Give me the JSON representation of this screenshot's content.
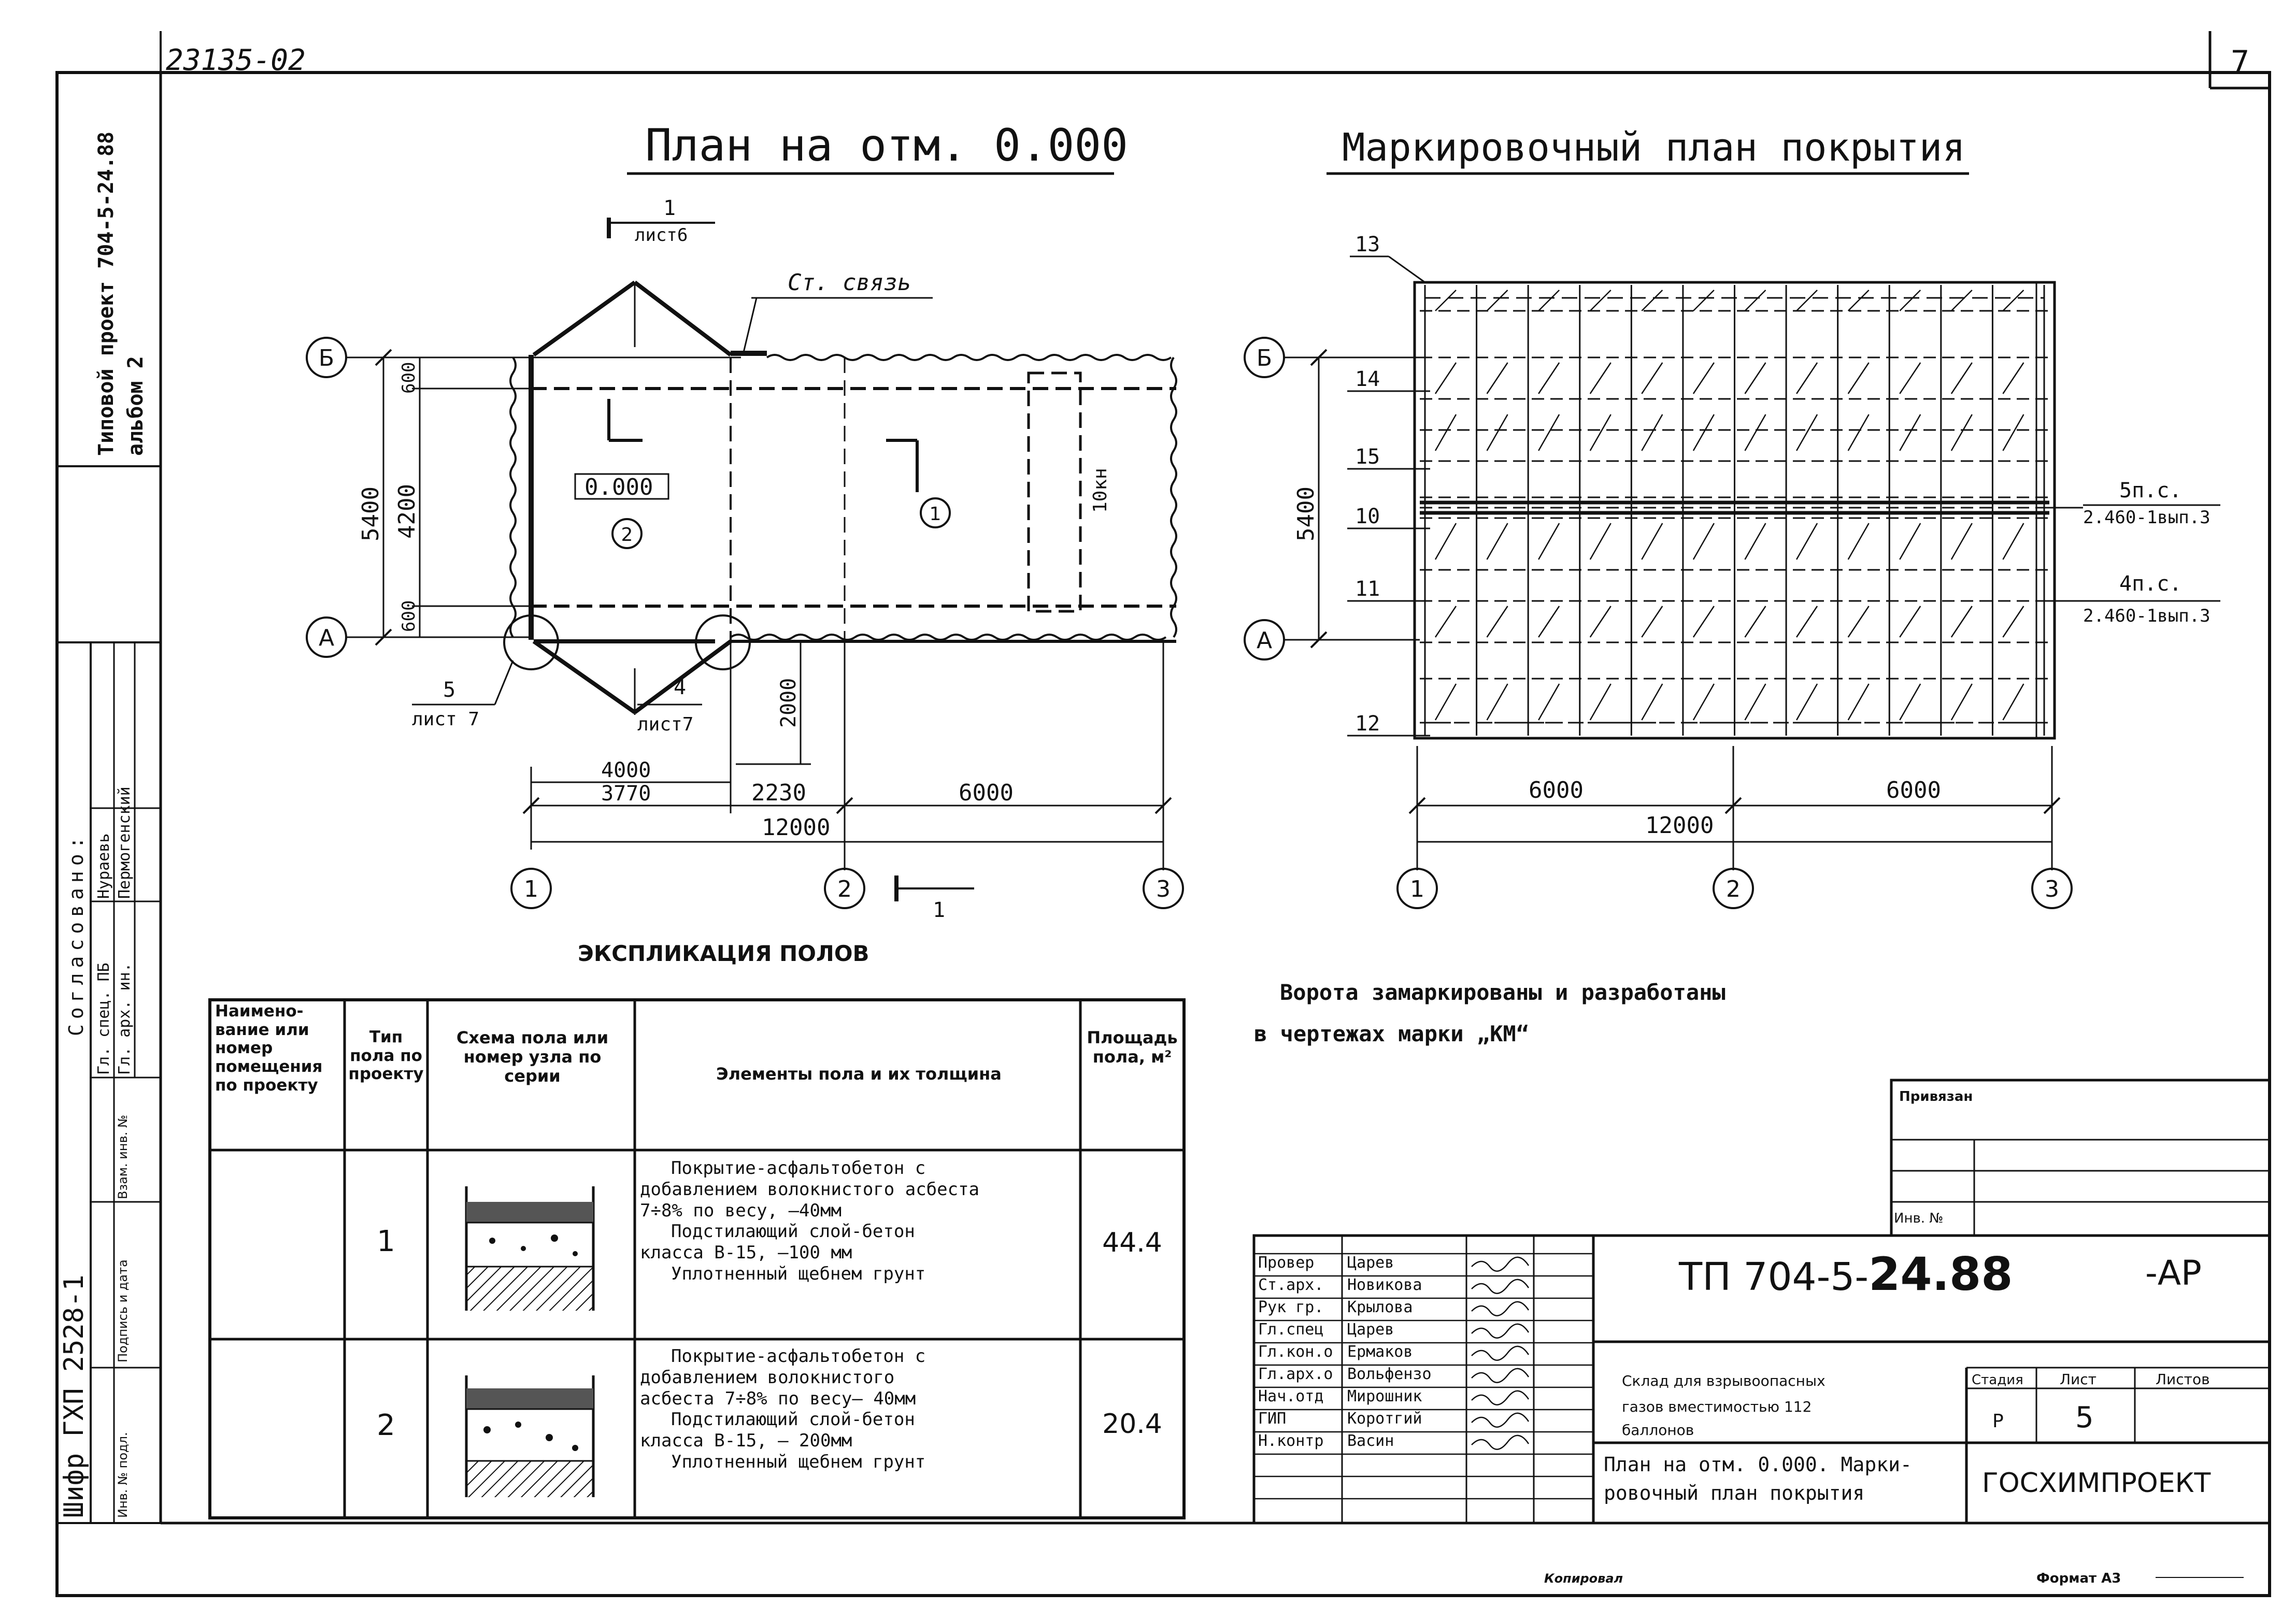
{
  "sheet": {
    "archive_code": "23135-02",
    "sheet_corner_no": "7",
    "side_project": "Типовой проект 704-5-24.88",
    "side_album": "альбом 2",
    "side_cipher": "Шифр ГХП 2528-1",
    "agreed_label": "Согласовано:",
    "agreed_rows": [
      {
        "role": "Гл. спец. ПБ",
        "name": "Нураевь"
      },
      {
        "role": "Гл. арх. ин.",
        "name": "Пермогенский"
      }
    ],
    "side_fields": [
      "Взам. инв. №",
      "Подпись и дата",
      "Инв. № подл."
    ],
    "copied_label": "Копировал",
    "format_label": "Формат А3"
  },
  "floor_plan": {
    "title": "План на отм. 0.000",
    "section_mark_num": "1",
    "section_mark_sheet": "лист6",
    "tie_label": "Ст. связь",
    "axis_b": "Б",
    "axis_a": "А",
    "axes_bottom": [
      "1",
      "2",
      "3"
    ],
    "dim_total_v": "5400",
    "dim_mid_v": "4200",
    "dim_top_v": "600",
    "dim_bot_v": "600",
    "dim_gate": "2000",
    "level_mark": "0.000",
    "room_1": "1",
    "room_2": "2",
    "beam_label": "10кн",
    "node_5_num": "5",
    "node_5_sheet": "лист 7",
    "node_4_num": "4",
    "node_4_sheet": "лист7",
    "dim_4000": "4000",
    "dim_3770": "3770",
    "dim_2230": "2230",
    "dim_6000": "6000",
    "dim_12000": "12000",
    "section_mark_bottom": "1"
  },
  "roof_plan": {
    "title": "Маркировочный план покрытия",
    "marks_left": [
      "13",
      "14",
      "15",
      "10",
      "11",
      "12"
    ],
    "axis_b": "Б",
    "axis_a": "А",
    "dim_total_v": "5400",
    "note_5": "5п.с.",
    "note_5_ref": "2.460-1вып.3",
    "note_4": "4п.с.",
    "note_4_ref": "2.460-1вып.3",
    "dim_6000_a": "6000",
    "dim_6000_b": "6000",
    "dim_12000": "12000",
    "axes_bottom": [
      "1",
      "2",
      "3"
    ],
    "gate_note_l1": "Ворота замаркированы и разработаны",
    "gate_note_l2": "в чертежах марки „КМ“"
  },
  "explication": {
    "title": "ЭКСПЛИКАЦИЯ ПОЛОВ",
    "headers": [
      "Наимено-вание или номер помещения по проекту",
      "Тип пола по проекту",
      "Схема пола или номер узла по серии",
      "Элементы пола и их толщина",
      "Площадь пола, м²"
    ],
    "rows": [
      {
        "type": "1",
        "elements": [
          "Покрытие-асфальтобетон с",
          "добавлением волокнистого асбеста",
          "7÷8% по весу, –40мм",
          "Подстилающий слой-бетон",
          "класса В-15, –100 мм",
          "Уплотненный щебнем грунт"
        ],
        "area": "44.4"
      },
      {
        "type": "2",
        "elements": [
          "Покрытие-асфальтобетон с",
          "добавлением волокнистого",
          "асбеста 7÷8% по весу– 40мм",
          "Подстилающий слой-бетон",
          "класса В-15, – 200мм",
          "Уплотненный щебнем грунт"
        ],
        "area": "20.4"
      }
    ]
  },
  "title_block": {
    "linked_label": "Привязан",
    "inv_label": "Инв. №",
    "staff": [
      {
        "role": "Провер",
        "name": "Царев"
      },
      {
        "role": "Ст.арх.",
        "name": "Новикова"
      },
      {
        "role": "Рук гр.",
        "name": "Крылова"
      },
      {
        "role": "Гл.спец",
        "name": "Царев"
      },
      {
        "role": "Гл.кон.о",
        "name": "Ермаков"
      },
      {
        "role": "Гл.арх.о",
        "name": "Вольфензо"
      },
      {
        "role": "Нач.отд",
        "name": "Мирошник"
      },
      {
        "role": "ГИП",
        "name": "Коротгий"
      },
      {
        "role": "Н.контр",
        "name": "Васин"
      }
    ],
    "project_code": "ТП 704-5-",
    "project_code_b": "24.88",
    "project_suffix": "-АР",
    "object_l1": "Склад для взрывоопасных",
    "object_l2": "газов вместимостью 112",
    "object_l3": "баллонов",
    "sheet_title_l1": "План на отм. 0.000. Марки-",
    "sheet_title_l2": "ровочный план покрытия",
    "stage_label": "Стадия",
    "sheet_label": "Лист",
    "sheets_label": "Листов",
    "stage_value": "Р",
    "sheet_value": "5",
    "org": "ГОСХИМПРОЕКТ"
  }
}
